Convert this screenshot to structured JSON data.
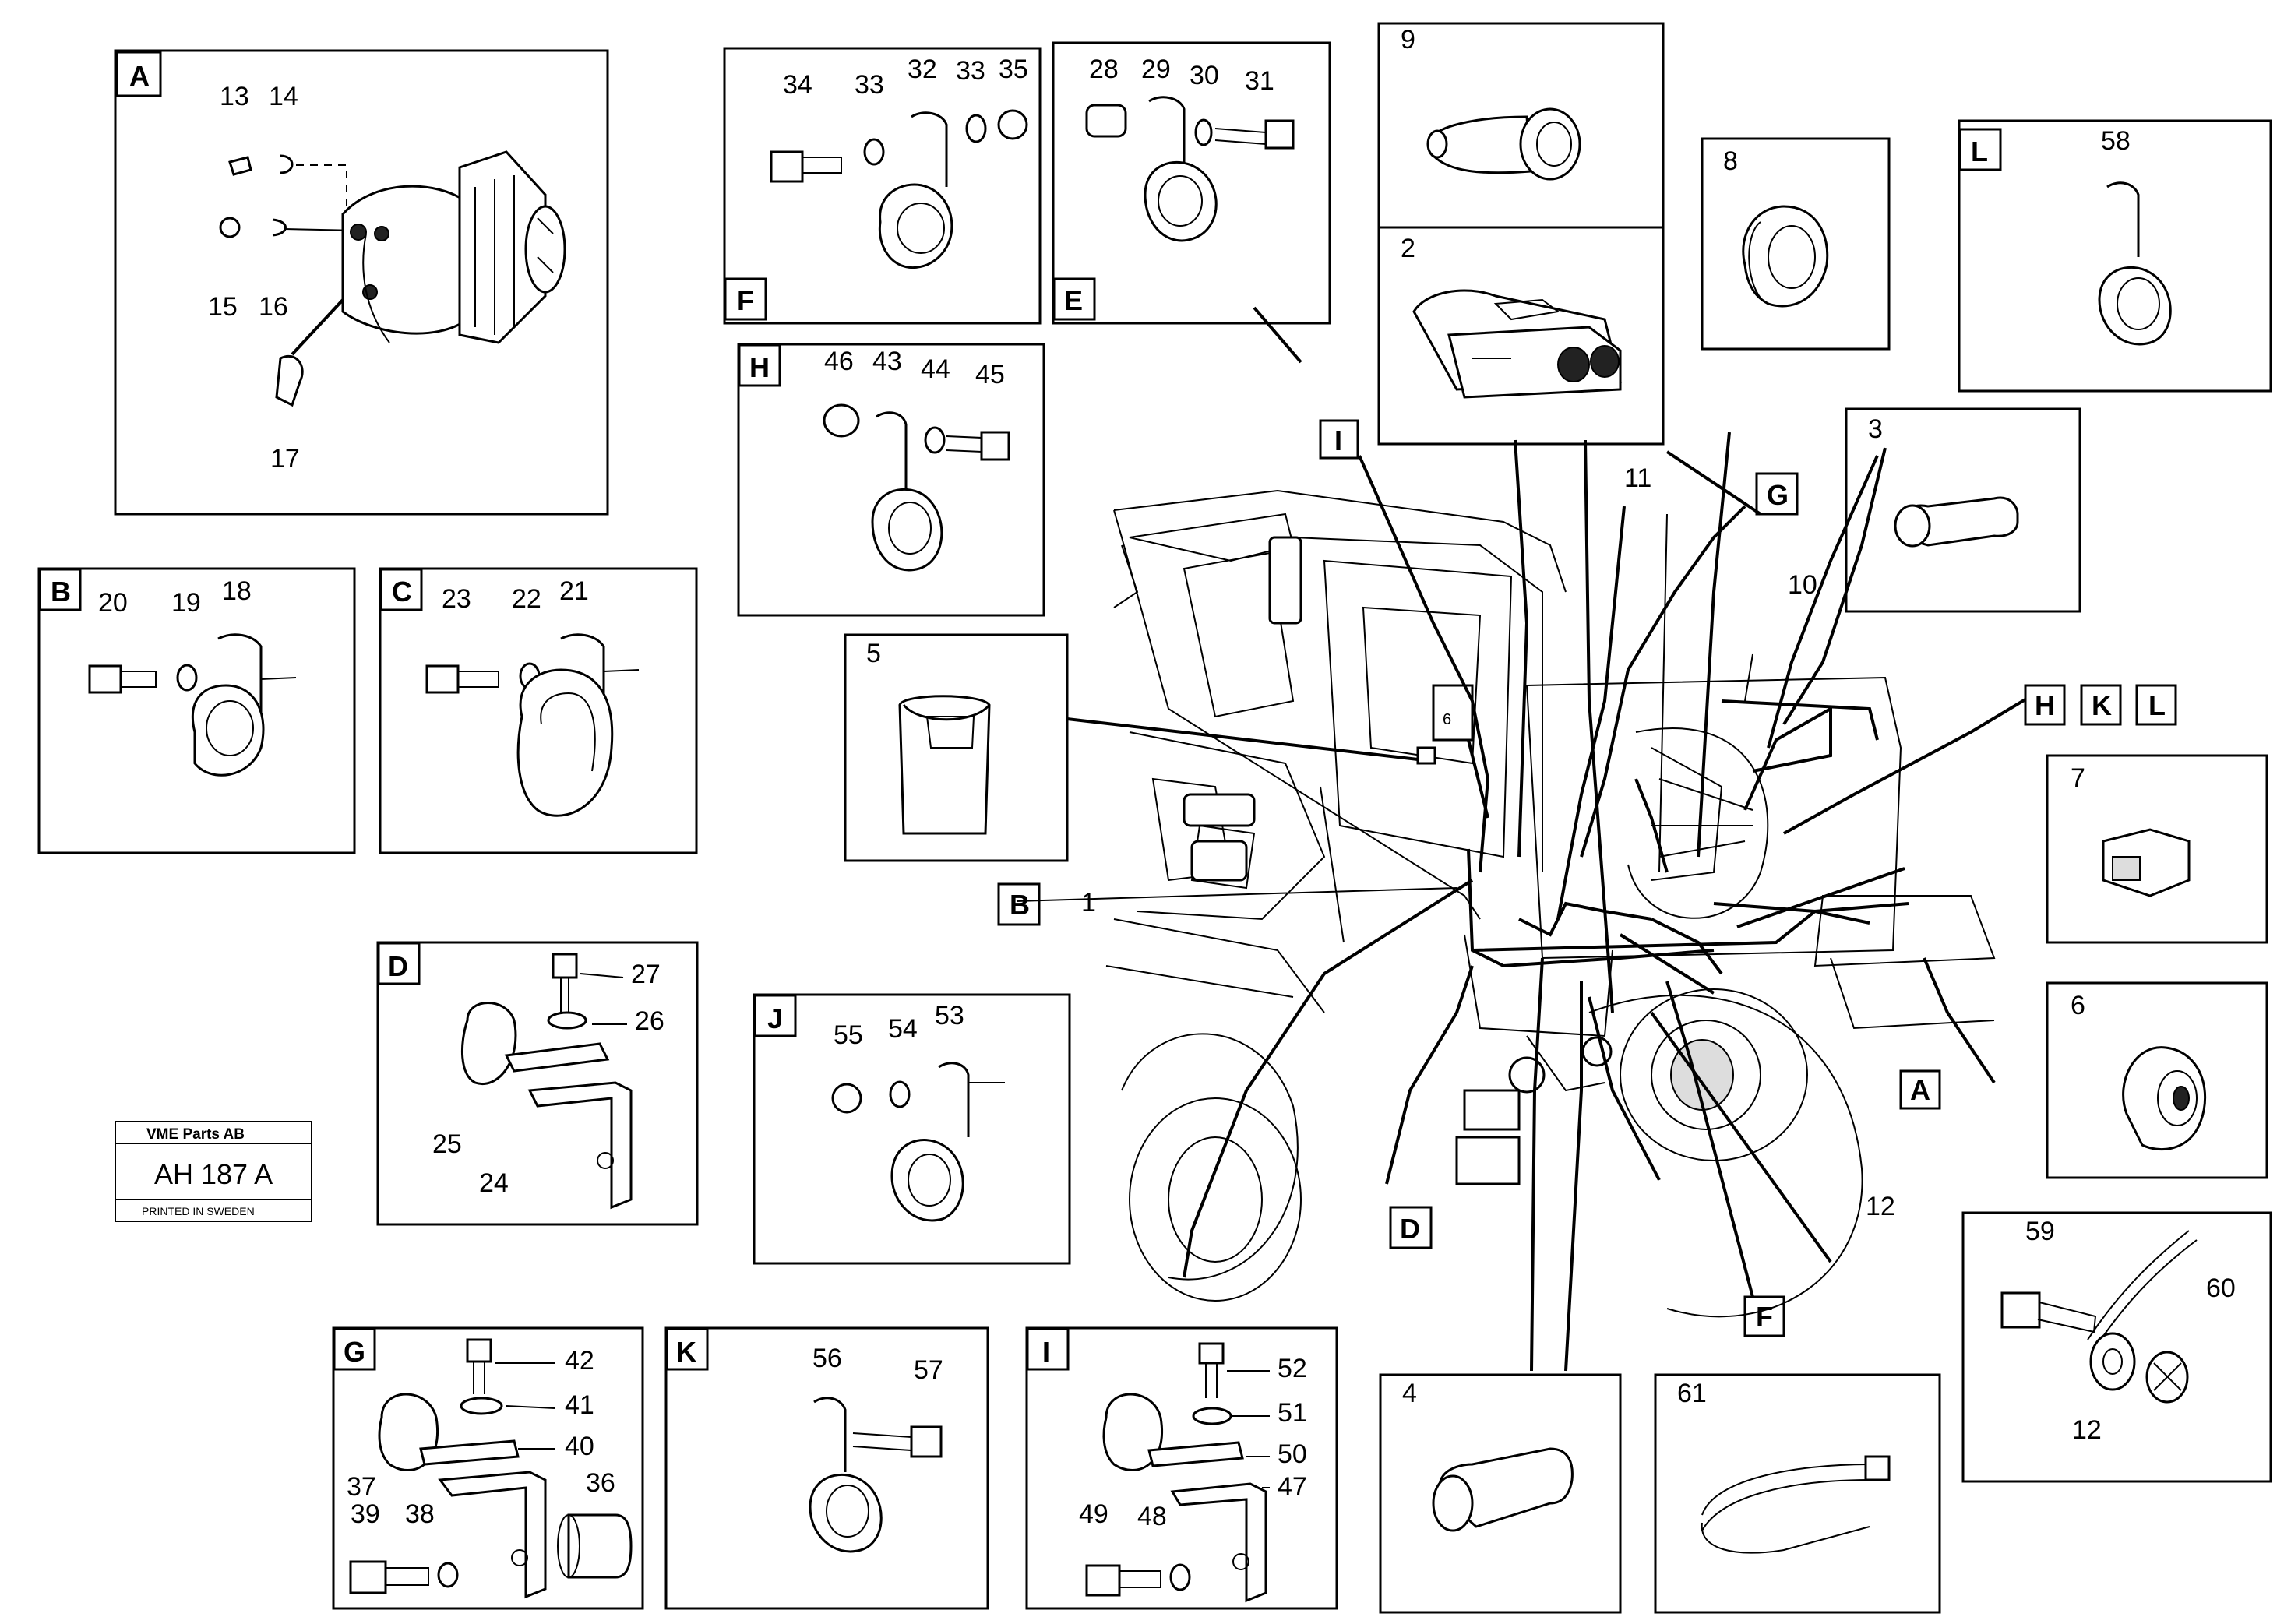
{
  "stamp": {
    "company": "VME Parts AB",
    "code": "AH 187 A",
    "printed": "PRINTED IN SWEDEN"
  },
  "panels": {
    "A": {
      "letter": "A",
      "parts": [
        "13",
        "14",
        "15",
        "16",
        "17"
      ]
    },
    "B": {
      "letter": "B",
      "parts": [
        "20",
        "19",
        "18"
      ]
    },
    "C": {
      "letter": "C",
      "parts": [
        "23",
        "22",
        "21"
      ]
    },
    "D": {
      "letter": "D",
      "parts": [
        "27",
        "26",
        "25",
        "24"
      ]
    },
    "E": {
      "letter": "E",
      "parts": [
        "28",
        "29",
        "30",
        "31"
      ]
    },
    "F": {
      "letter": "F",
      "parts": [
        "34",
        "33",
        "32",
        "33",
        "35"
      ]
    },
    "G": {
      "letter": "G",
      "parts": [
        "42",
        "41",
        "40",
        "37",
        "36",
        "39",
        "38"
      ]
    },
    "H": {
      "letter": "H",
      "parts": [
        "46",
        "43",
        "44",
        "45"
      ]
    },
    "I": {
      "letter": "I",
      "parts": [
        "52",
        "51",
        "50",
        "47",
        "49",
        "48"
      ]
    },
    "J": {
      "letter": "J",
      "parts": [
        "55",
        "54",
        "53"
      ]
    },
    "K": {
      "letter": "K",
      "parts": [
        "56",
        "57"
      ]
    },
    "L": {
      "letter": "L",
      "parts": [
        "58"
      ]
    },
    "p2": {
      "number": "2"
    },
    "p3": {
      "number": "3"
    },
    "p4": {
      "number": "4"
    },
    "p5": {
      "number": "5"
    },
    "p6": {
      "number": "6"
    },
    "p7": {
      "number": "7"
    },
    "p8": {
      "number": "8"
    },
    "p9": {
      "number": "9"
    },
    "p59": {
      "parts": [
        "59",
        "60",
        "12"
      ]
    },
    "p61": {
      "number": "61"
    }
  },
  "callouts": {
    "I": "I",
    "G": "G",
    "H": "H",
    "K": "K",
    "L": "L",
    "B": "B",
    "A": "A",
    "D": "D",
    "F": "F",
    "n1": "1",
    "n10": "10",
    "n11": "11",
    "n12": "12",
    "n6": "6"
  }
}
